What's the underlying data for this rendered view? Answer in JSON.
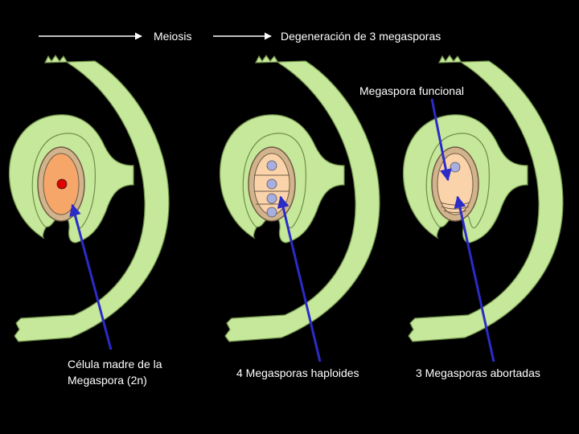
{
  "steps": {
    "meiosis": "Meiosis",
    "degeneration": "Degeneración de 3 megasporas"
  },
  "labels": {
    "mother_cell_line1": "Célula madre de la",
    "mother_cell_line2": "Megaspora (2n)",
    "haploid": "4 Megasporas haploides",
    "aborted": "3 Megasporas abortadas",
    "functional": "Megaspora funcional"
  },
  "colors": {
    "background": "#000000",
    "integument": "#c6e89a",
    "integument_outline": "#6f8f4a",
    "nucellus_ring": "#d2b48c",
    "mother_cell": "#f7a66a",
    "megaspore": "#fbd3aa",
    "nucleus_diploid": "#e00000",
    "nucleus_haploid": "#a8aee0",
    "pointer_line": "#2b2bc8",
    "step_arrow": "#ffffff",
    "text": "#ffffff"
  },
  "icons": [
    "ovule-diagram",
    "arrow-right-icon",
    "pointer-arrow-icon"
  ]
}
